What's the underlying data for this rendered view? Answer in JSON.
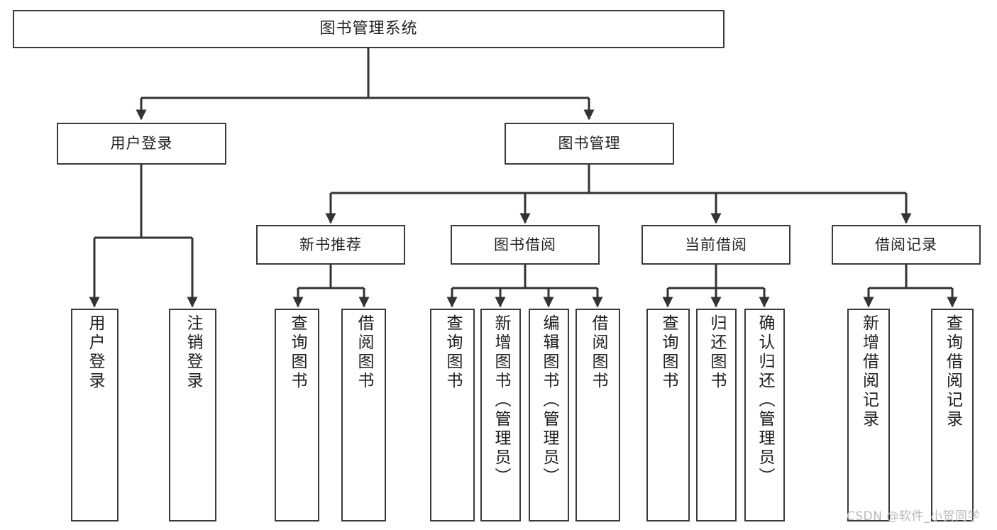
{
  "diagram": {
    "title": "图书管理系统",
    "type": "tree-hierarchy-chart",
    "root": {
      "id": "root",
      "label": "图书管理系统"
    },
    "level2": [
      {
        "id": "user-login",
        "label": "用户登录"
      },
      {
        "id": "book-manage",
        "label": "图书管理"
      }
    ],
    "level3": [
      {
        "id": "new-book-rec",
        "label": "新书推荐",
        "parent": "book-manage"
      },
      {
        "id": "book-borrow",
        "label": "图书借阅",
        "parent": "book-manage"
      },
      {
        "id": "current-borrow",
        "label": "当前借阅",
        "parent": "book-manage"
      },
      {
        "id": "borrow-record",
        "label": "借阅记录",
        "parent": "book-manage"
      }
    ],
    "leaves": [
      {
        "id": "leaf-user-login",
        "label": "用户登录",
        "parent": "user-login"
      },
      {
        "id": "leaf-logout",
        "label": "注销登录",
        "parent": "user-login"
      },
      {
        "id": "leaf-query-book-1",
        "label": "查询图书",
        "parent": "new-book-rec"
      },
      {
        "id": "leaf-borrow-book-1",
        "label": "借阅图书",
        "parent": "new-book-rec"
      },
      {
        "id": "leaf-query-book-2",
        "label": "查询图书",
        "parent": "book-borrow"
      },
      {
        "id": "leaf-add-book",
        "label": "新增图书（管理员）",
        "parent": "book-borrow"
      },
      {
        "id": "leaf-edit-book",
        "label": "编辑图书（管理员）",
        "parent": "book-borrow"
      },
      {
        "id": "leaf-borrow-book-2",
        "label": "借阅图书",
        "parent": "book-borrow"
      },
      {
        "id": "leaf-query-book-3",
        "label": "查询图书",
        "parent": "current-borrow"
      },
      {
        "id": "leaf-return-book",
        "label": "归还图书",
        "parent": "current-borrow"
      },
      {
        "id": "leaf-confirm-return",
        "label": "确认归还（管理员）",
        "parent": "current-borrow"
      },
      {
        "id": "leaf-add-record",
        "label": "新增借阅记录",
        "parent": "borrow-record"
      },
      {
        "id": "leaf-query-record",
        "label": "查询借阅记录",
        "parent": "borrow-record"
      }
    ]
  },
  "watermark": {
    "text": "CSDN @软件_小贺同学"
  },
  "colors": {
    "node_border": "#3a3a3a",
    "node_fill": "#ffffff",
    "edge": "#333333",
    "text": "#1f1f1f",
    "background": "#ffffff",
    "watermark": "#b9b9b9"
  }
}
